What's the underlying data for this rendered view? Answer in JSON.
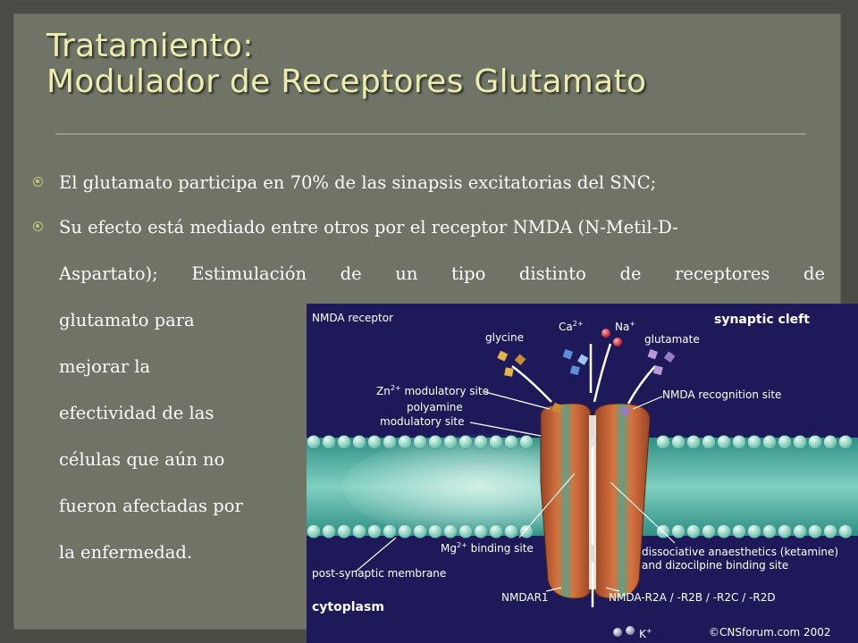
{
  "slide": {
    "title_line1": "Tratamiento:",
    "title_line2": "Modulador de Receptores Glutamato",
    "bullets": [
      "El glutamato participa en 70% de las sinapsis excitatorias del SNC;",
      {
        "line1": "Su efecto está mediado entre otros por el receptor NMDA (N-Metil-D-",
        "line2": "Aspartato); Estimulación de un tipo distinto de receptores de",
        "line3": "glutamato para",
        "line4": "mejorar la",
        "line5": "efectividad de las",
        "line6": "células que aún no",
        "line7": "fueron afectadas por",
        "line8": "la enfermedad."
      }
    ]
  },
  "figure": {
    "labels": {
      "nmda_receptor": "NMDA receptor",
      "synaptic_cleft": "synaptic cleft",
      "glycine": "glycine",
      "ca": "Ca",
      "ca_sup": "2+",
      "na": "Na",
      "na_sup": "+",
      "glutamate": "glutamate",
      "zn_site_a": "Zn",
      "zn_site_sup": "2+",
      "zn_site_b": " modulatory site",
      "polyamine_1": "polyamine",
      "polyamine_2": "modulatory site",
      "nmda_recognition": "NMDA recognition site",
      "mg_a": "Mg",
      "mg_sup": "2+",
      "mg_b": " binding site",
      "dissociative_1": "dissociative anaesthetics (ketamine)",
      "dissociative_2": "and dizocilpine binding site",
      "post_synaptic": "post-synaptic membrane",
      "cytoplasm": "cytoplasm",
      "nmdar1": "NMDAR1",
      "nmda_r2": "NMDA-R2A / -R2B / -R2C / -R2D",
      "k": "K",
      "k_sup": "+",
      "copyright": "©CNSforum.com 2002"
    },
    "colors": {
      "background": "#1e1a5a",
      "membrane": "#5fb9a8",
      "channel": "#c8643a",
      "channel_inner": "#4f9c7e"
    }
  }
}
